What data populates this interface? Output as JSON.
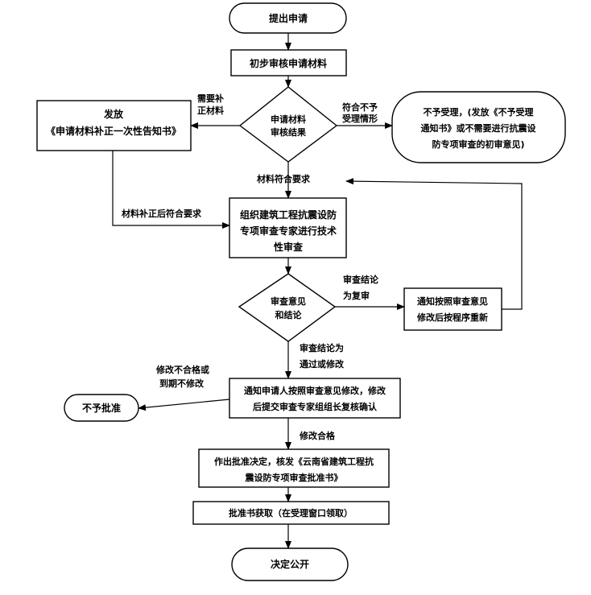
{
  "nodes": {
    "start": "提出申请",
    "prelim": "初步审核申请材料",
    "decision1": [
      "申请材料",
      "审核结果"
    ],
    "issue_notice": [
      "发放",
      "《申请材料补正一次性告知书》"
    ],
    "reject_notice": [
      "不予受理，(发放《不予受理",
      "通知书》或不需要进行抗震设",
      "防专项审查的初审意见)"
    ],
    "expert_review": [
      "组织建筑工程抗震设防",
      "专项审查专家进行技术",
      "性审查"
    ],
    "decision2": [
      "审查意见",
      "和结论"
    ],
    "notify_revise": [
      "通知按照审查意见",
      "修改后按程序重新"
    ],
    "notify_applicant": [
      "通知申请人按照审查意见修改，修改",
      "后提交审查专家组组长复核确认"
    ],
    "not_approved": "不予批准",
    "approve": [
      "作出批准决定，核发《云南省建筑工程抗",
      "震设防专项审查批准书》"
    ],
    "collect": "批准书获取（在受理窗口领取）",
    "publish": "决定公开"
  },
  "edge_labels": {
    "need_correction": [
      "需要补",
      "正材料"
    ],
    "not_eligible": [
      "符合不予",
      "受理情形"
    ],
    "meets_requirements": "材料符合要求",
    "corrected_ok": "材料补正后符合要求",
    "review_recheck": [
      "审查结论",
      "为复审"
    ],
    "review_pass": [
      "审查结论为",
      "通过或修改"
    ],
    "revise_fail": [
      "修改不合格或",
      "到期不修改"
    ],
    "revise_ok": "修改合格"
  }
}
